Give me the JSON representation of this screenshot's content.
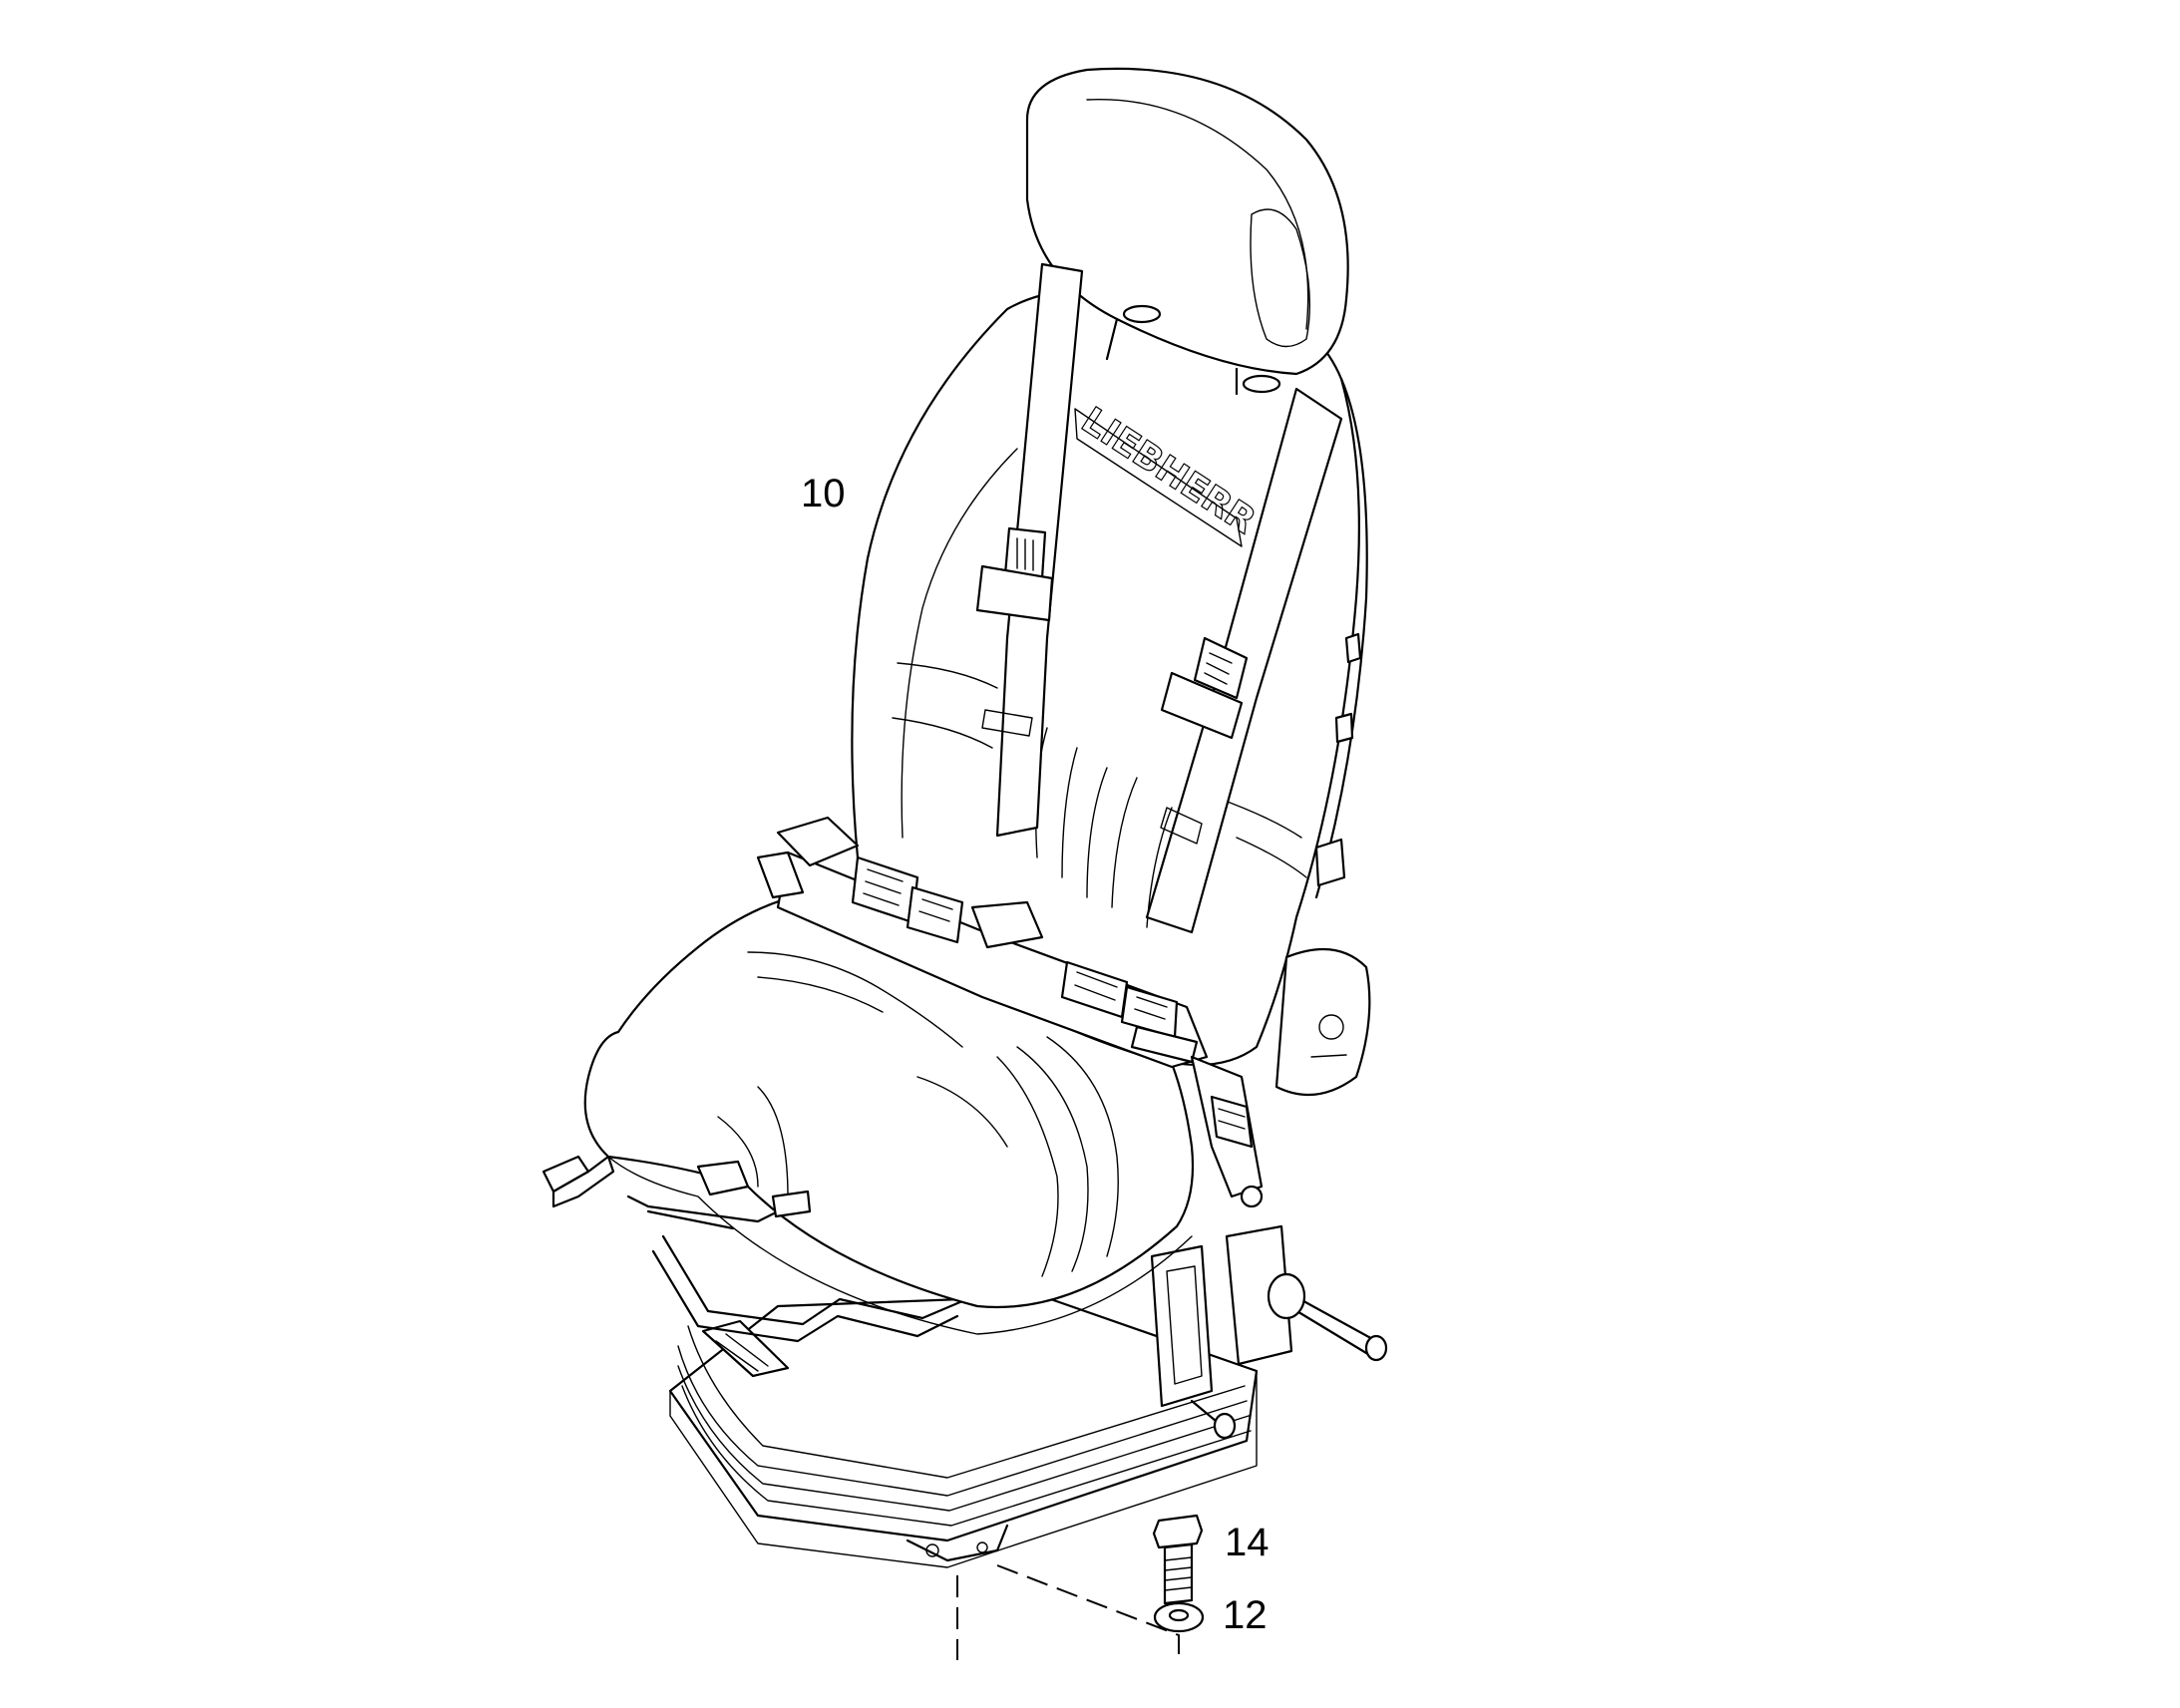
{
  "diagram": {
    "callouts": [
      {
        "id": "seat",
        "label": "10"
      },
      {
        "id": "bolt",
        "label": "14"
      },
      {
        "id": "washer",
        "label": "12"
      }
    ],
    "logo_text": "LIEBHERR",
    "line_color": "#000000",
    "background": "#ffffff"
  }
}
